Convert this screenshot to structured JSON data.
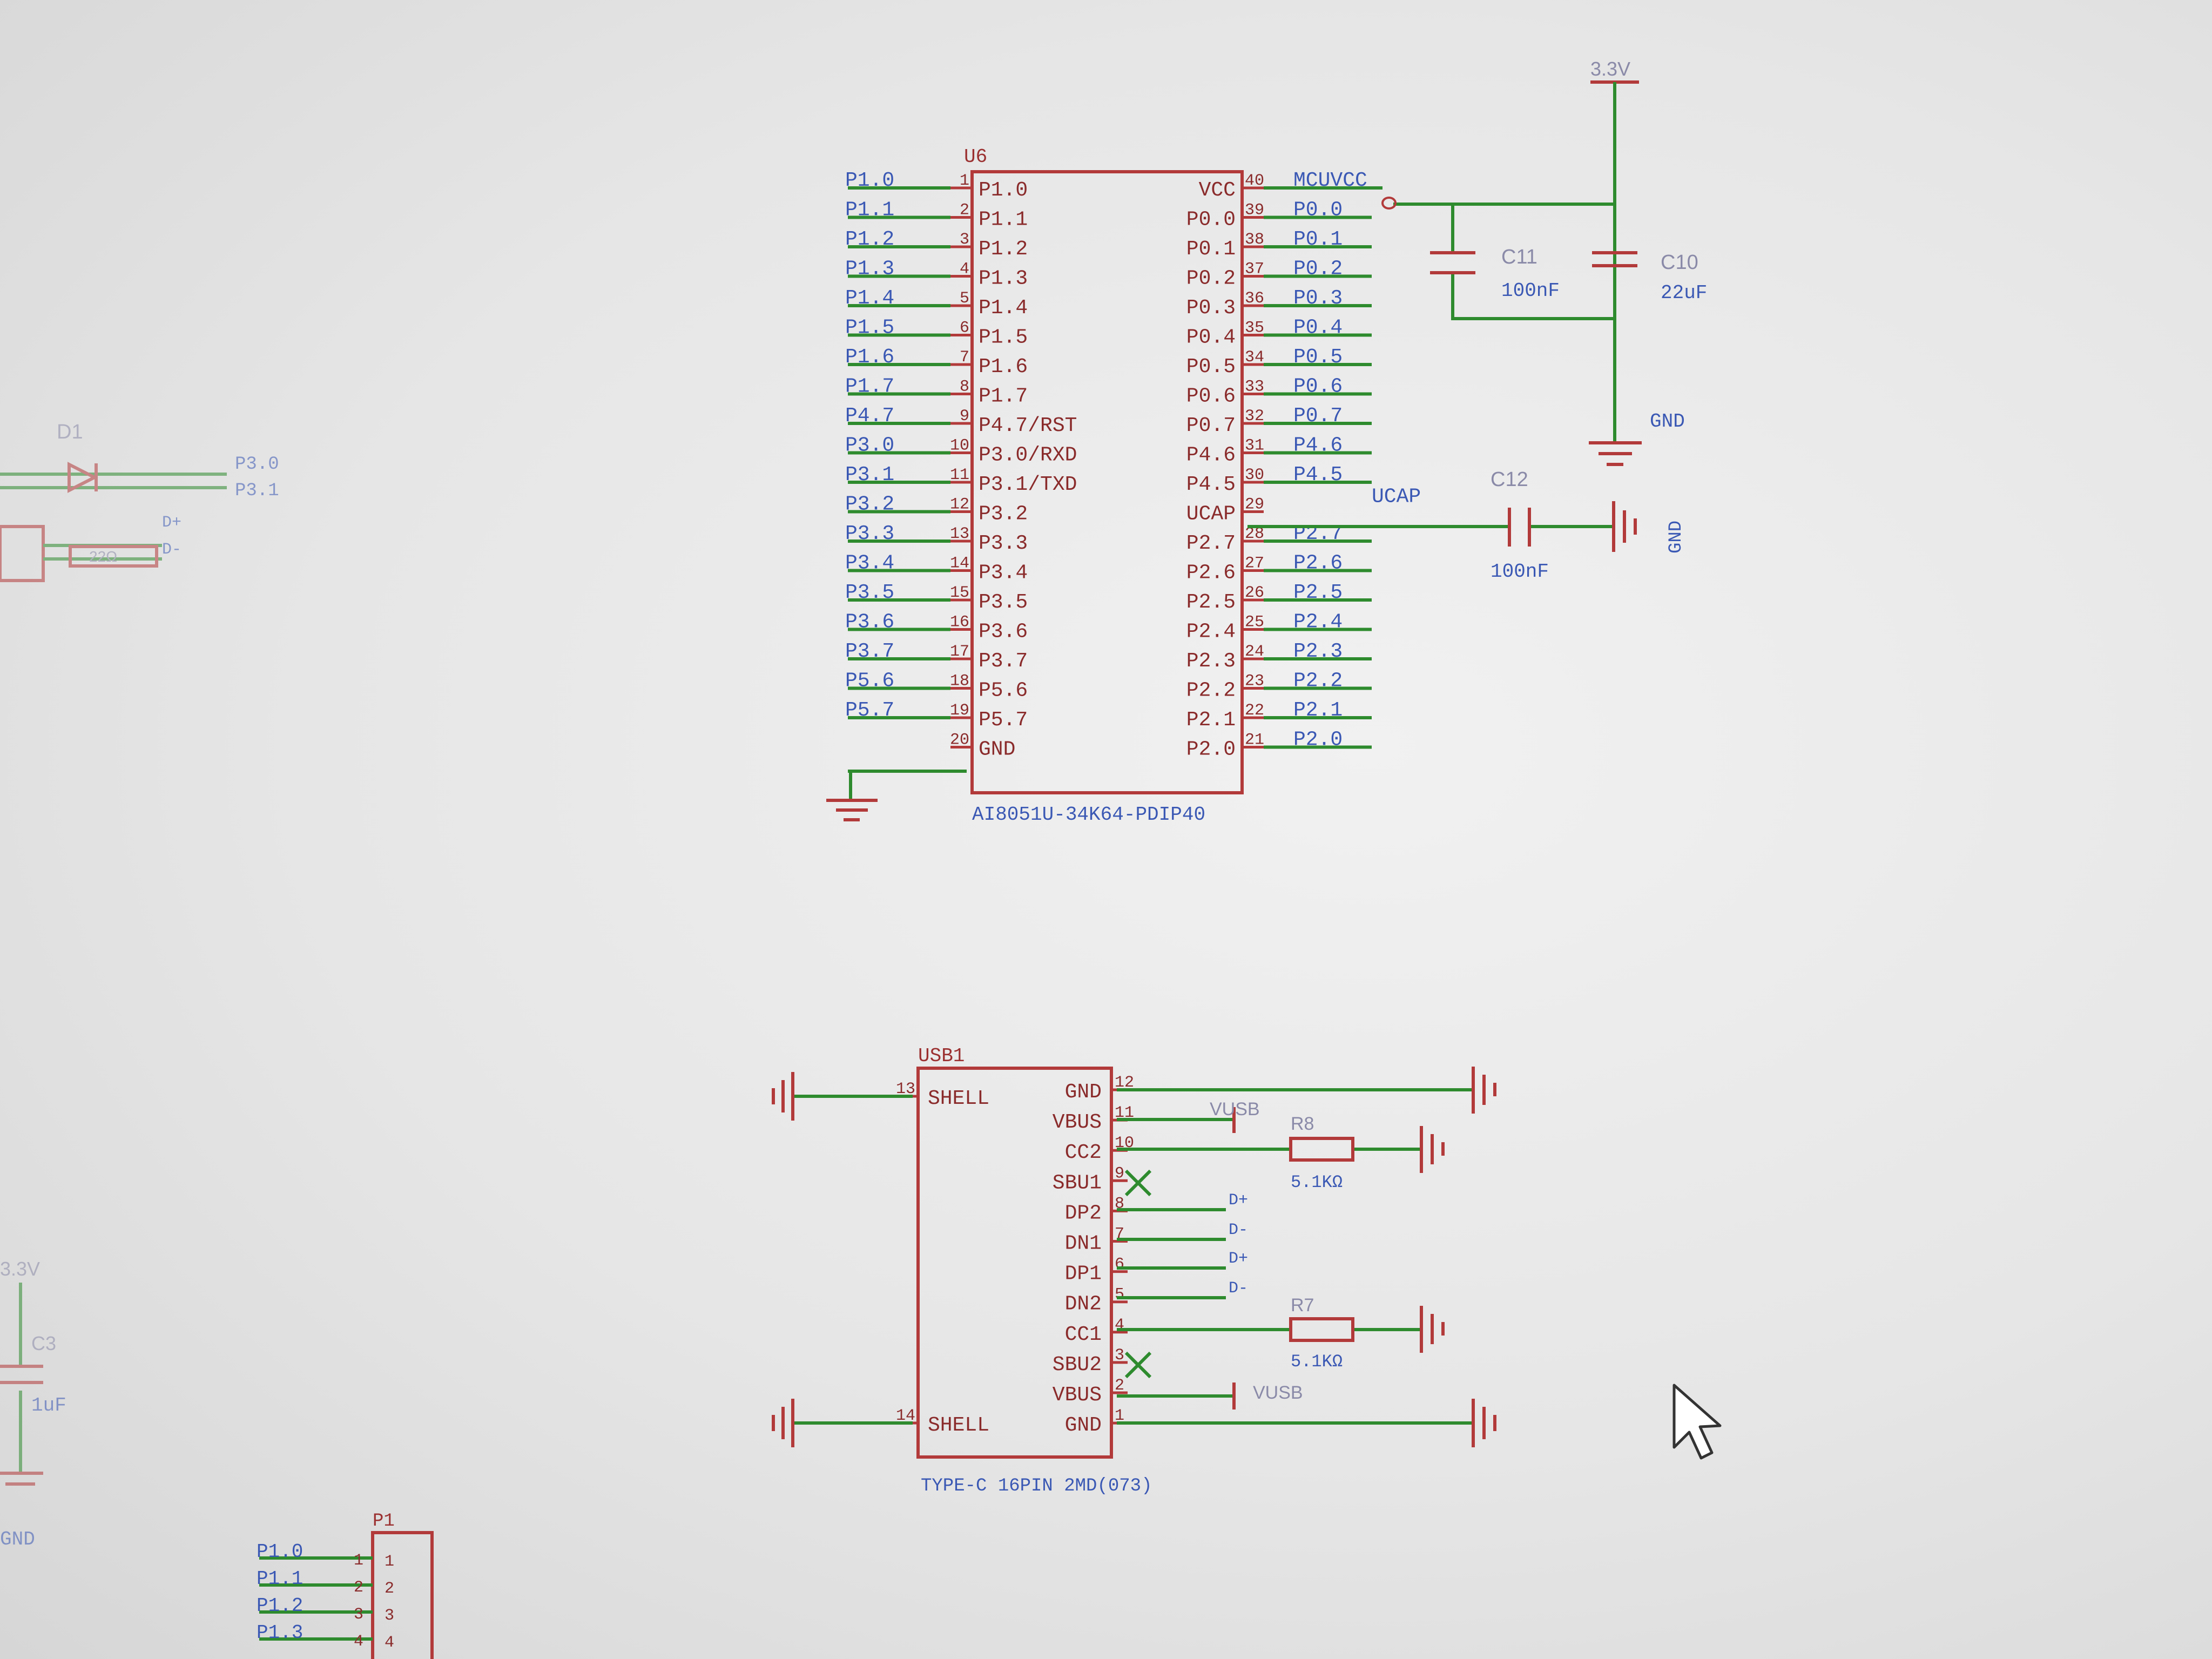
{
  "u6": {
    "ref": "U6",
    "part": "AI8051U-34K64-PDIP40",
    "left_pins": [
      {
        "num": "1",
        "name": "P1.0",
        "net": "P1.0"
      },
      {
        "num": "2",
        "name": "P1.1",
        "net": "P1.1"
      },
      {
        "num": "3",
        "name": "P1.2",
        "net": "P1.2"
      },
      {
        "num": "4",
        "name": "P1.3",
        "net": "P1.3"
      },
      {
        "num": "5",
        "name": "P1.4",
        "net": "P1.4"
      },
      {
        "num": "6",
        "name": "P1.5",
        "net": "P1.5"
      },
      {
        "num": "7",
        "name": "P1.6",
        "net": "P1.6"
      },
      {
        "num": "8",
        "name": "P1.7",
        "net": "P1.7"
      },
      {
        "num": "9",
        "name": "P4.7/RST",
        "net": "P4.7"
      },
      {
        "num": "10",
        "name": "P3.0/RXD",
        "net": "P3.0"
      },
      {
        "num": "11",
        "name": "P3.1/TXD",
        "net": "P3.1"
      },
      {
        "num": "12",
        "name": "P3.2",
        "net": "P3.2"
      },
      {
        "num": "13",
        "name": "P3.3",
        "net": "P3.3"
      },
      {
        "num": "14",
        "name": "P3.4",
        "net": "P3.4"
      },
      {
        "num": "15",
        "name": "P3.5",
        "net": "P3.5"
      },
      {
        "num": "16",
        "name": "P3.6",
        "net": "P3.6"
      },
      {
        "num": "17",
        "name": "P3.7",
        "net": "P3.7"
      },
      {
        "num": "18",
        "name": "P5.6",
        "net": "P5.6"
      },
      {
        "num": "19",
        "name": "P5.7",
        "net": "P5.7"
      },
      {
        "num": "20",
        "name": "GND",
        "net": ""
      }
    ],
    "right_pins": [
      {
        "num": "40",
        "name": "VCC",
        "net": "MCUVCC"
      },
      {
        "num": "39",
        "name": "P0.0",
        "net": "P0.0"
      },
      {
        "num": "38",
        "name": "P0.1",
        "net": "P0.1"
      },
      {
        "num": "37",
        "name": "P0.2",
        "net": "P0.2"
      },
      {
        "num": "36",
        "name": "P0.3",
        "net": "P0.3"
      },
      {
        "num": "35",
        "name": "P0.4",
        "net": "P0.4"
      },
      {
        "num": "34",
        "name": "P0.5",
        "net": "P0.5"
      },
      {
        "num": "33",
        "name": "P0.6",
        "net": "P0.6"
      },
      {
        "num": "32",
        "name": "P0.7",
        "net": "P0.7"
      },
      {
        "num": "31",
        "name": "P4.6",
        "net": "P4.6"
      },
      {
        "num": "30",
        "name": "P4.5",
        "net": "P4.5"
      },
      {
        "num": "29",
        "name": "UCAP",
        "net": "UCAP"
      },
      {
        "num": "28",
        "name": "P2.7",
        "net": "P2.7"
      },
      {
        "num": "27",
        "name": "P2.6",
        "net": "P2.6"
      },
      {
        "num": "26",
        "name": "P2.5",
        "net": "P2.5"
      },
      {
        "num": "25",
        "name": "P2.4",
        "net": "P2.4"
      },
      {
        "num": "24",
        "name": "P2.3",
        "net": "P2.3"
      },
      {
        "num": "23",
        "name": "P2.2",
        "net": "P2.2"
      },
      {
        "num": "22",
        "name": "P2.1",
        "net": "P2.1"
      },
      {
        "num": "21",
        "name": "P2.0",
        "net": "P2.0"
      }
    ]
  },
  "power": {
    "v33_label": "3.3V",
    "gnd_label": "GND",
    "c11": {
      "ref": "C11",
      "value": "100nF"
    },
    "c10": {
      "ref": "C10",
      "value": "22uF"
    },
    "c12": {
      "ref": "C12",
      "value": "100nF"
    }
  },
  "left_area": {
    "d1": {
      "ref": "D1"
    },
    "net_p30": "P3.0",
    "net_p31": "P3.1",
    "net_dplus": "D+",
    "net_dminus": "D-",
    "res_value": "22Ω",
    "v33_label": "3.3V",
    "c3": {
      "ref": "C3",
      "value": "1uF"
    },
    "gnd_label": "GND"
  },
  "usb1": {
    "ref": "USB1",
    "part": "TYPE-C 16PIN 2MD(073)",
    "left_pins": [
      {
        "num": "13",
        "name": "SHELL"
      },
      {
        "num": "14",
        "name": "SHELL"
      }
    ],
    "right_pins": [
      {
        "num": "12",
        "name": "GND"
      },
      {
        "num": "11",
        "name": "VBUS"
      },
      {
        "num": "10",
        "name": "CC2"
      },
      {
        "num": "9",
        "name": "SBU1"
      },
      {
        "num": "8",
        "name": "DP2"
      },
      {
        "num": "7",
        "name": "DN1"
      },
      {
        "num": "6",
        "name": "DP1"
      },
      {
        "num": "5",
        "name": "DN2"
      },
      {
        "num": "4",
        "name": "CC1"
      },
      {
        "num": "3",
        "name": "SBU2"
      },
      {
        "num": "2",
        "name": "VBUS"
      },
      {
        "num": "1",
        "name": "GND"
      }
    ],
    "vusb_label": "VUSB",
    "r8": {
      "ref": "R8",
      "value": "5.1KΩ"
    },
    "r7": {
      "ref": "R7",
      "value": "5.1KΩ"
    },
    "net_dplus": "D+",
    "net_dminus": "D-"
  },
  "p1": {
    "ref": "P1",
    "pins": [
      {
        "num": "1",
        "net": "P1.0"
      },
      {
        "num": "2",
        "net": "P1.1"
      },
      {
        "num": "3",
        "net": "P1.2"
      },
      {
        "num": "4",
        "net": "P1.3"
      }
    ]
  },
  "colors": {
    "wire": "#2e8b2e",
    "symbol": "#b23a3a",
    "net_label": "#3a58b4",
    "background": "#e9e9e9"
  }
}
